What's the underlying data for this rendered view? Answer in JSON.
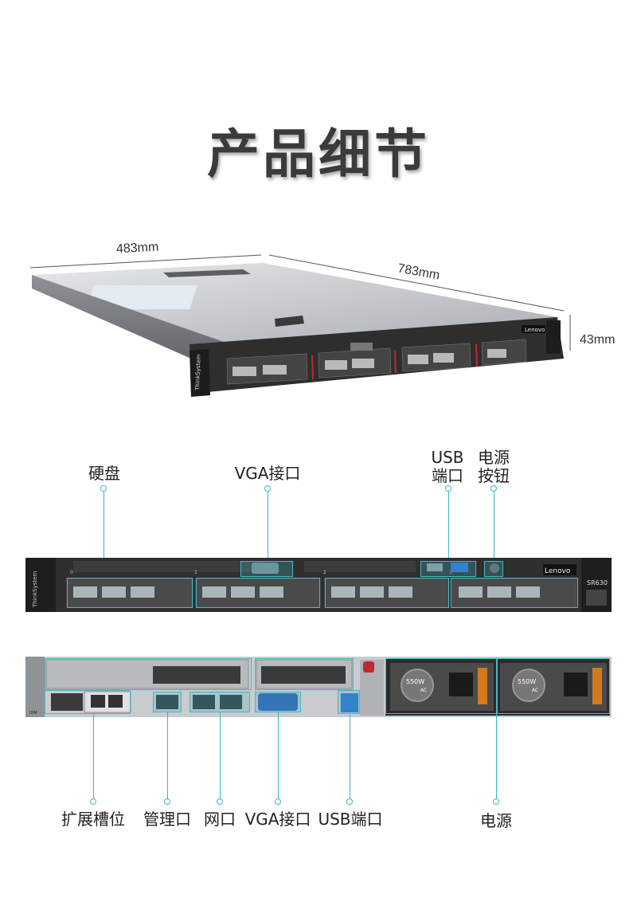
{
  "heading": "产品细节",
  "dimensions": {
    "width": "483mm",
    "depth": "783mm",
    "height": "43mm"
  },
  "front_labels": {
    "hdd": "硬盘",
    "vga": "VGA接口",
    "usb_line1": "USB",
    "usb_line2": "端口",
    "power_line1": "电源",
    "power_line2": "按钮"
  },
  "rear_labels": {
    "expansion": "扩展槽位",
    "mgmt": "管理口",
    "network": "网口",
    "vga": "VGA接口",
    "usb": "USB端口",
    "psu": "电源"
  },
  "device": {
    "brand_side": "ThinkSystem",
    "brand_front": "Lenovo",
    "model": "SR630",
    "bay_numbers": [
      "0",
      "1",
      "2",
      "3"
    ],
    "psu_rating": "550W",
    "psu_type": "AC",
    "id_label": "IDM"
  },
  "colors": {
    "accent": "#3fb3c3",
    "chassis": "#2b2b2b",
    "red_accent": "#c0282d"
  }
}
